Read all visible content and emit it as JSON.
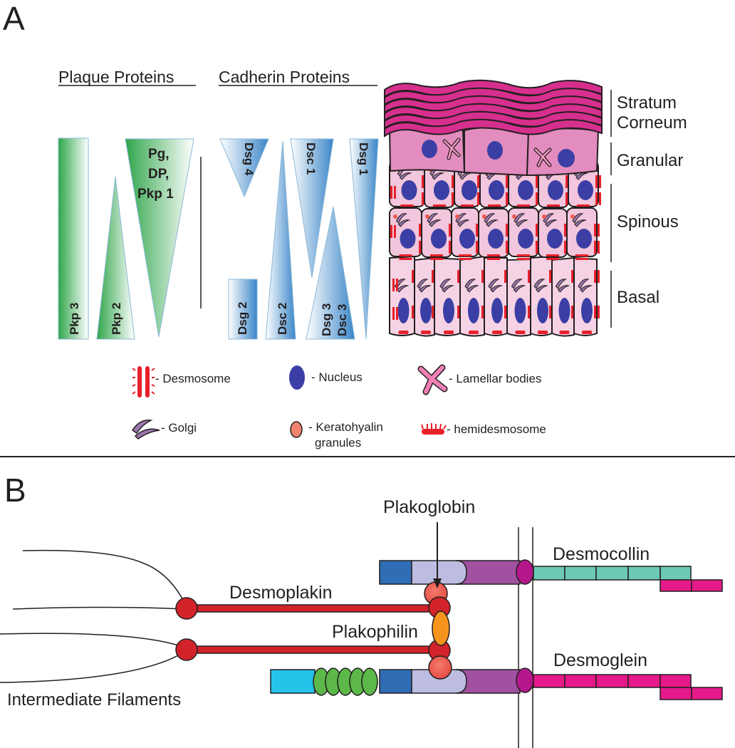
{
  "panel_a": {
    "panel_label": "A",
    "plaque_header": "Plaque Proteins",
    "cadherin_header": "Cadherin Proteins",
    "plaque_wedges": {
      "pkp3": "Pkp 3",
      "pkp2": "Pkp 2",
      "pg_line1": "Pg,",
      "pg_line2": "DP,",
      "pg_line3": "Pkp 1"
    },
    "cadherin_wedges": {
      "dsg4": "Dsg 4",
      "dsg2": "Dsg 2",
      "dsc2": "Dsc 2",
      "dsc1": "Dsc 1",
      "dsg3": "Dsg 3",
      "dsc3": "Dsc 3",
      "dsg1": "Dsg 1"
    },
    "layers": {
      "stratum_line1": "Stratum",
      "stratum_line2": "Corneum",
      "granular": "Granular",
      "spinous": "Spinous",
      "basal": "Basal"
    },
    "legend": {
      "desmosome": "- Desmosome",
      "nucleus": "- Nucleus",
      "lamellar": "- Lamellar bodies",
      "golgi": "- Golgi",
      "kerato_line1": "- Keratohyalin",
      "kerato_line2": "granules",
      "hemidesmosome": "- hemidesmosome"
    },
    "colors": {
      "plaque_green": "#3aa64a",
      "cadherin_blue": "#3f88c9",
      "corneum_magenta": "#d62f8e",
      "granular_pink": "#e38cc0",
      "spinous_pink": "#f2c6dc",
      "basal_pink": "#f6d3e4",
      "nucleus_blue": "#3b3fa5",
      "desmosome_red": "#e8202a",
      "golgi_purple": "#9a77ad"
    }
  },
  "panel_b": {
    "panel_label": "B",
    "plakoglobin": "Plakoglobin",
    "desmocollin": "Desmocollin",
    "desmoplakin": "Desmoplakin",
    "plakophilin": "Plakophilin",
    "desmoglein": "Desmoglein",
    "intermediate_filaments": "Intermediate Filaments",
    "colors": {
      "desmoplakin_red": "#d2232a",
      "plakophilin_orange": "#f7941d",
      "plakoglobin_salmon": "#ef5a4f",
      "desmocollin_teal": "#6cc9b3",
      "desmoglein_pink": "#e6198a",
      "cadherin_purple": "#a052a0",
      "lavender": "#bcbde0",
      "dark_blue": "#2f6db5",
      "cyan": "#25c3ea",
      "green": "#5cb848"
    }
  }
}
